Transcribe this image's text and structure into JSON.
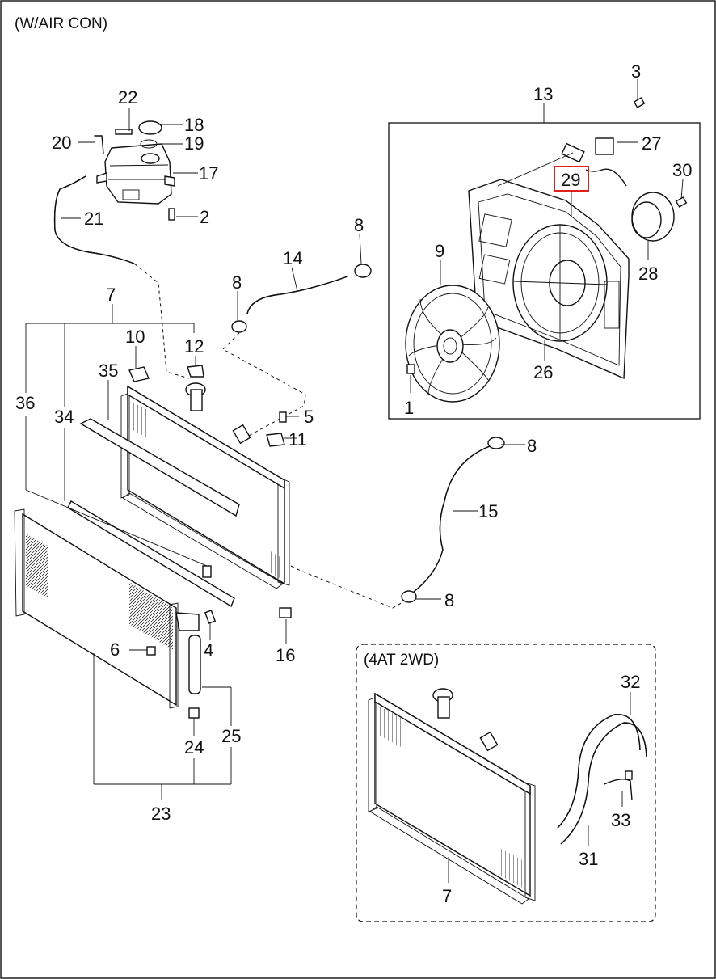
{
  "header": {
    "title": "(W/AIR CON)"
  },
  "inset": {
    "title": "(4AT 2WD)"
  },
  "highlight": {
    "callout": "29",
    "color": "#e0201b"
  },
  "callouts": {
    "c1": "1",
    "c2": "2",
    "c3": "3",
    "c4": "4",
    "c5": "5",
    "c6": "6",
    "c7": "7",
    "c7b": "7",
    "c8a": "8",
    "c8b": "8",
    "c8c": "8",
    "c8d": "8",
    "c9": "9",
    "c10": "10",
    "c11": "11",
    "c12": "12",
    "c13": "13",
    "c14": "14",
    "c15": "15",
    "c16": "16",
    "c17": "17",
    "c18": "18",
    "c19": "19",
    "c20": "20",
    "c21": "21",
    "c22": "22",
    "c23": "23",
    "c24": "24",
    "c25": "25",
    "c26": "26",
    "c27": "27",
    "c28": "28",
    "c29": "29",
    "c30": "30",
    "c31": "31",
    "c32": "32",
    "c33": "33",
    "c34": "34",
    "c35": "35",
    "c36": "36"
  }
}
